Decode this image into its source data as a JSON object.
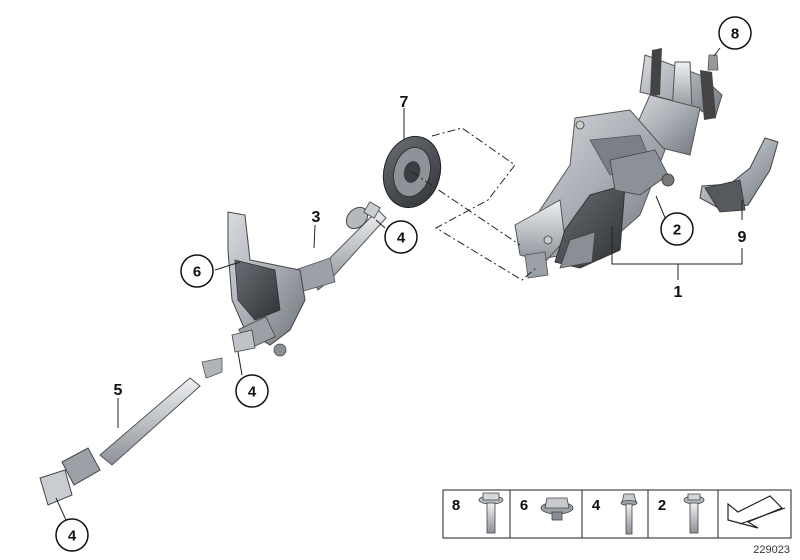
{
  "callouts": {
    "c8": "8",
    "c7": "7",
    "c3": "3",
    "c4a": "4",
    "c6": "6",
    "c2": "2",
    "c9": "9",
    "c1": "1",
    "c5": "5",
    "c4b": "4",
    "c4c": "4"
  },
  "legend": {
    "items": [
      {
        "number": "8",
        "icon": "flange-bolt-icon"
      },
      {
        "number": "6",
        "icon": "hex-flange-nut-icon"
      },
      {
        "number": "4",
        "icon": "hex-bolt-icon"
      },
      {
        "number": "2",
        "icon": "torx-bolt-icon"
      }
    ],
    "arrow_icon": "direction-arrow-icon"
  },
  "reference_number": "229023"
}
